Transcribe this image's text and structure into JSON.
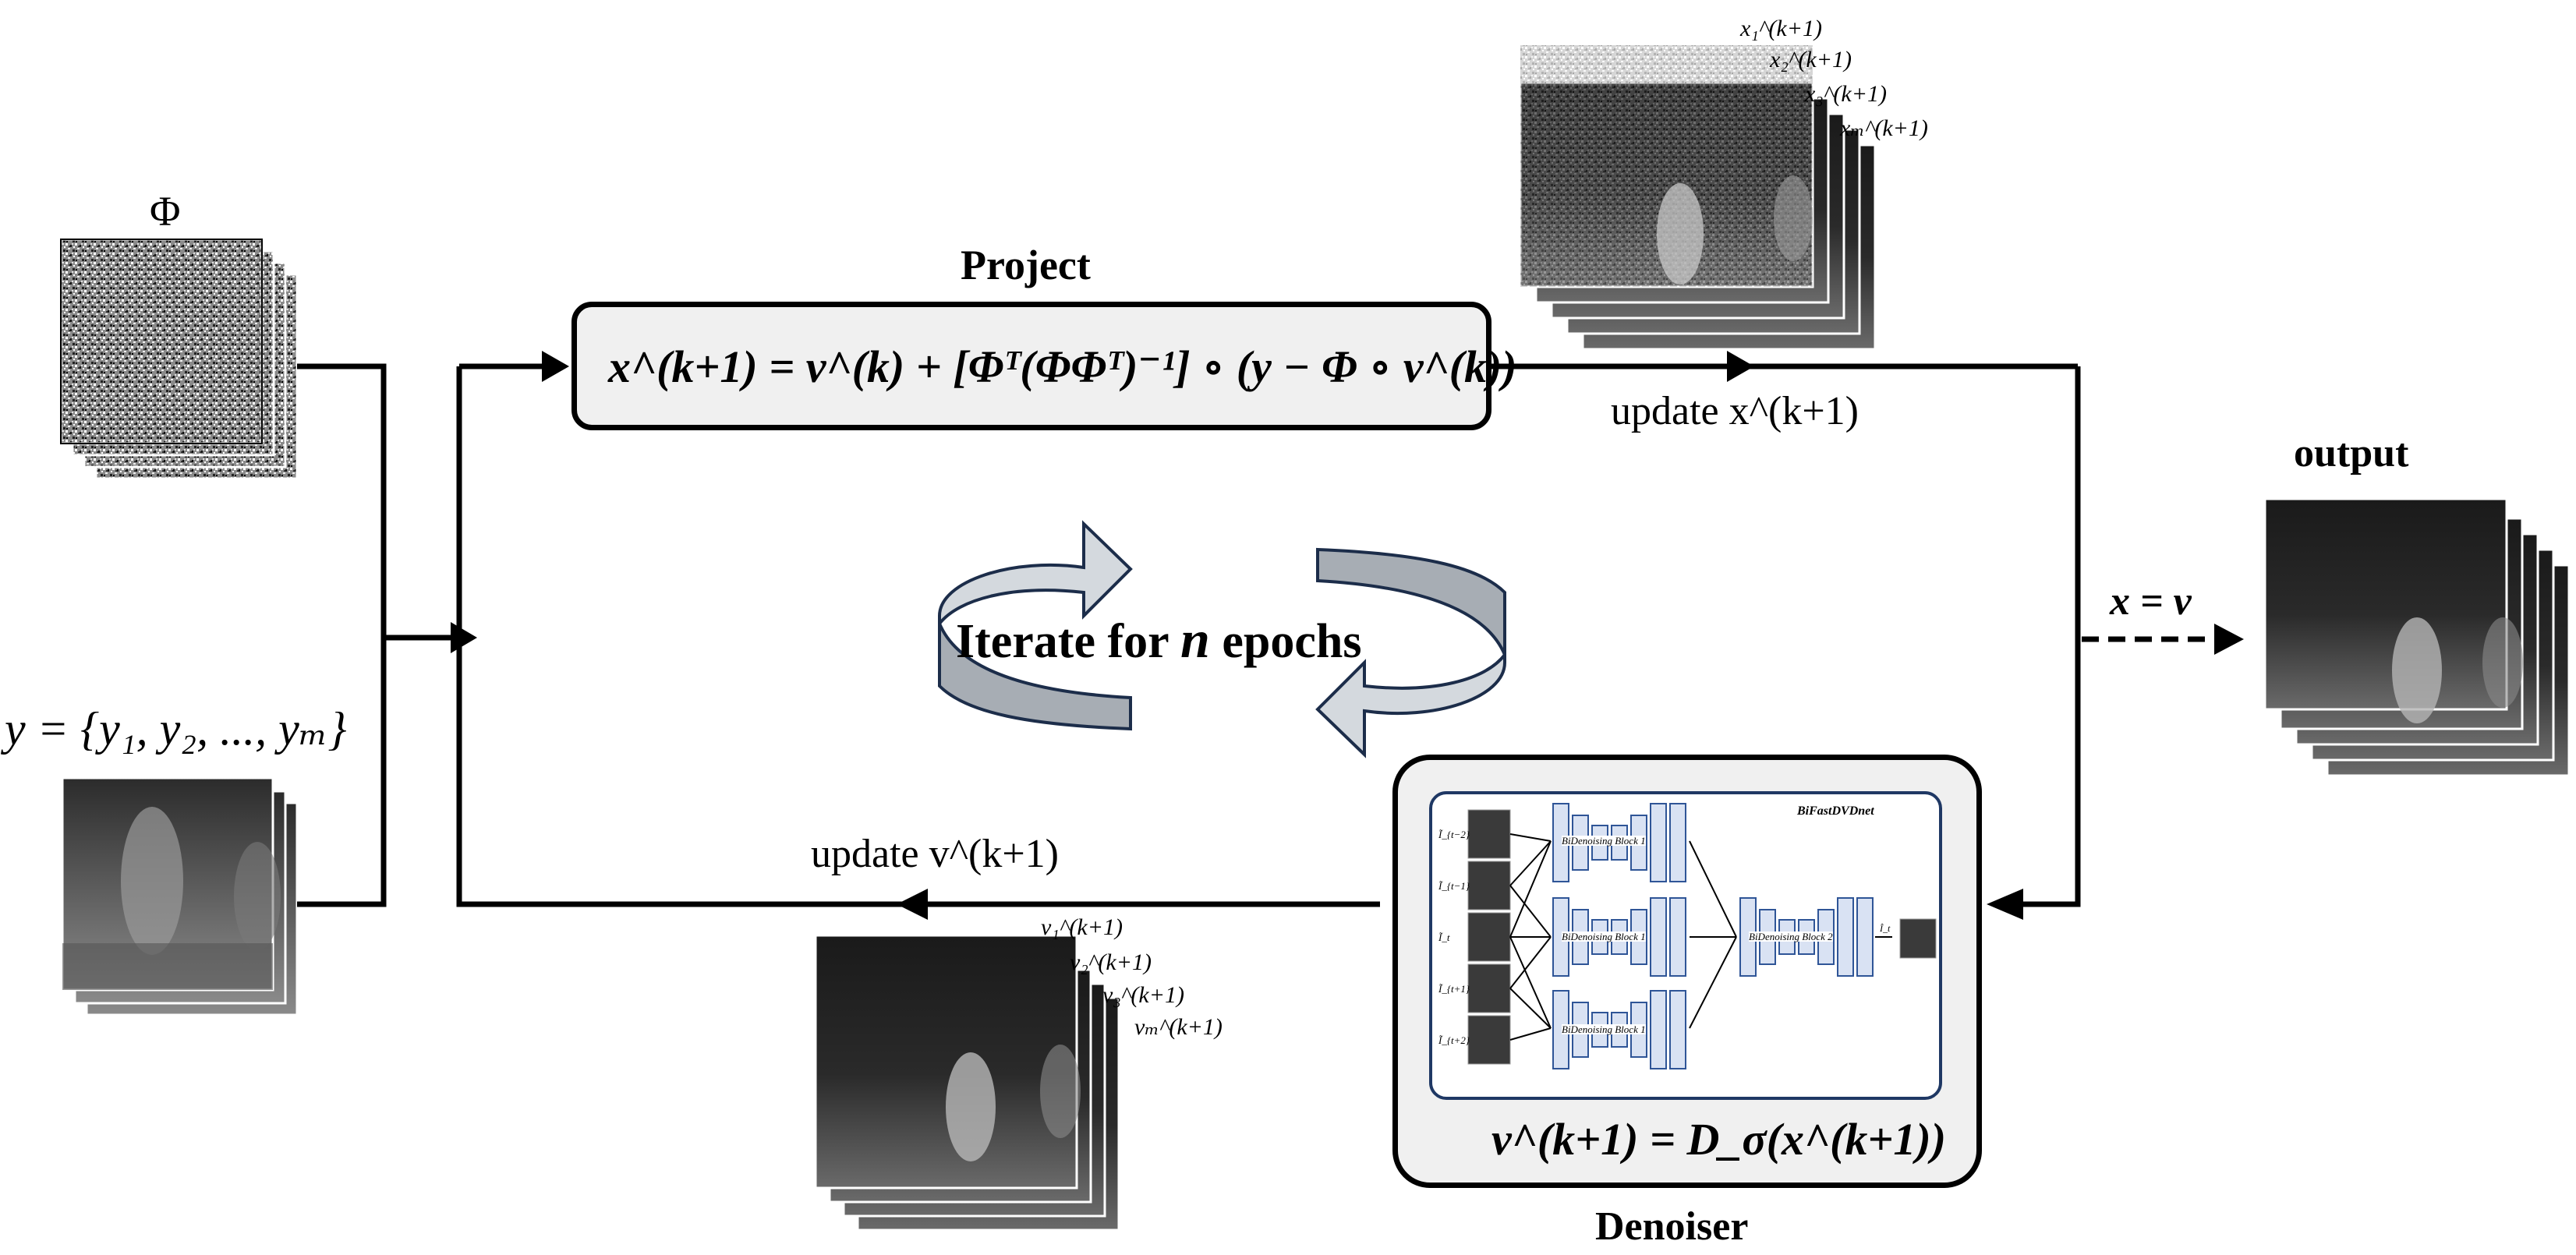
{
  "labels": {
    "phi": "Φ",
    "measurement": "y = {y₁, y₂, ..., yₘ}",
    "project_title": "Project",
    "project_formula": "x^(k+1) = v^(k) + [Φᵀ(ΦΦᵀ)⁻¹] ∘ (y − Φ ∘ v^(k))",
    "update_x": "update x^(k+1)",
    "x_stack_labels": [
      "x₁^(k+1)",
      "x₂^(k+1)",
      "x₃^(k+1)",
      "xₘ^(k+1)"
    ],
    "iterate_prefix": "Iterate for",
    "iterate_n": "n",
    "iterate_suffix": "epochs",
    "output_title": "output",
    "final_equation": "x = v",
    "update_v": "update v^(k+1)",
    "v_stack_labels": [
      "v₁^(k+1)",
      "v₂^(k+1)",
      "v₃^(k+1)",
      "vₘ^(k+1)"
    ],
    "denoiser_formula": "v^(k+1) = D_σ(x^(k+1))",
    "denoiser_title": "Denoiser",
    "net_title": "BiFastDVDnet",
    "block1_label": "BiDenoising Block 1",
    "block2_label": "BiDenoising Block 2",
    "input_frames": [
      "Ĩ_{t−2}",
      "Ĩ_{t−1}",
      "Ĩ_t",
      "Ĩ_{t+1}",
      "Ĩ_{t+2}"
    ],
    "output_frame": "Î_t"
  },
  "colors": {
    "line": "#000000",
    "box_fill": "#f0f0f0",
    "arrow_fill": "#d4d9de",
    "arrow_shade": "#a7adb4",
    "arrow_edge": "#1c2d4a",
    "net_block": "#d9e2f3",
    "net_edge": "#2f5597"
  }
}
